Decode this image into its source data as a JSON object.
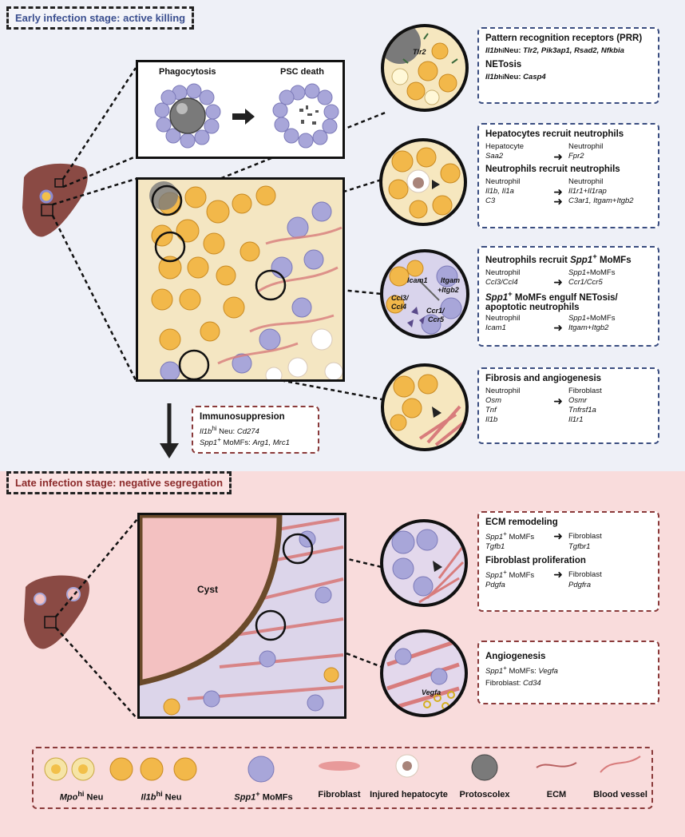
{
  "early": {
    "title": "Early infection stage: active killing",
    "phagocytosis": "Phagocytosis",
    "psc_death": "PSC death",
    "tlr2": "Tlr2",
    "box1": {
      "h1": "Pattern recognition receptors (PRR)",
      "l1a": "Il1b",
      "l1sup": "hi",
      "l1b": " Neu: ",
      "l1c": "Tlr2, Pik3ap1, Rsad2, Nfkbia",
      "h2": "NETosis",
      "l2a": "Il1b",
      "l2sup": "hi",
      "l2b": " Neu: ",
      "l2c": "Casp4"
    },
    "box2": {
      "h1": "Hepatocytes recruit neutrophils",
      "r1l": "Hepatocyte",
      "r1r": "Neutrophil",
      "r2l": "Saa2",
      "r2r": "Fpr2",
      "h2": "Neutrophils recruit neutrophils",
      "r3l": "Neutrophil",
      "r3r": "Neutrophil",
      "r4l": "Il1b, Il1a",
      "r4r": "Il1r1+Il1rap",
      "r5l": "C3",
      "r5r": "C3ar1, Itgam+Itgb2"
    },
    "box3": {
      "h1a": "Neutrophils recruit ",
      "h1b": "Spp1",
      "h1sup": "+",
      "h1c": " MoMFs",
      "r1l": "Neutrophil",
      "r1ra": "Spp1",
      "r1rsup": "+",
      "r1rb": " MoMFs",
      "r2l": "Ccl3/Ccl4",
      "r2r": "Ccr1/Ccr5",
      "h2a": "Spp1",
      "h2sup": "+",
      "h2b": " MoMFs engulf NETosis/",
      "h2c": "apoptotic neutrophils",
      "r3l": "Neutrophil",
      "r3ra": "Spp1",
      "r3rsup": "+",
      "r3rb": " MoMFs",
      "r4l": "Icam1",
      "r4r": "Itgam+Itgb2"
    },
    "zoom3": {
      "icam": "Icam1",
      "itgam": "Itgam",
      "itgb": "+Itgb2",
      "ccl": "Ccl3/",
      "ccl2": "Ccl4",
      "ccr": "Ccr1/",
      "ccr2": "Ccr5"
    },
    "box4": {
      "h1": "Fibrosis and angiogenesis",
      "r1l": "Neutrophil",
      "r1r": "Fibroblast",
      "r2l": "Osm",
      "r2r": "Osmr",
      "r3l": "Tnf",
      "r3r": "Tnfrsf1a",
      "r4l": "Il1b",
      "r4r": "Il1r1"
    },
    "immuno": {
      "h": "Immunosuppresion",
      "l1a": "Il1b",
      "l1sup": "hi",
      "l1b": " Neu: ",
      "l1c": "Cd274",
      "l2a": "Spp1",
      "l2sup": "+",
      "l2b": " MoMFs: ",
      "l2c": "Arg1, Mrc1"
    }
  },
  "late": {
    "title": "Late infection stage: negative segregation",
    "cyst": "Cyst",
    "vegfa_label": "Vegfa",
    "box5": {
      "h1": "ECM remodeling",
      "r1la": "Spp1",
      "r1lsup": "+",
      "r1lb": " MoMFs",
      "r1r": "Fibroblast",
      "r2l": "Tgfb1",
      "r2r": "Tgfbr1",
      "h2": "Fibroblast proliferation",
      "r3la": "Spp1",
      "r3lsup": "+",
      "r3lb": " MoMFs",
      "r3r": "Fibroblast",
      "r4l": "Pdgfa",
      "r4r": "Pdgfra"
    },
    "box6": {
      "h1": "Angiogenesis",
      "l1a": "Spp1",
      "l1sup": "+",
      "l1b": " MoMFs: ",
      "l1c": "Vegfa",
      "l2a": "Fibroblast: ",
      "l2c": "Cd34"
    }
  },
  "legend": {
    "mpo_a": "Mpo",
    "mpo_sup": "hi",
    "mpo_b": " Neu",
    "il1b_a": "Il1b",
    "il1b_sup": "hi",
    "il1b_b": " Neu",
    "spp_a": "Spp1",
    "spp_sup": "+",
    "spp_b": " MoMFs",
    "fibroblast": "Fibroblast",
    "injured": "Injured hepatocyte",
    "protoscolex": "Protoscolex",
    "ecm": "ECM",
    "vessel": "Blood vessel"
  },
  "colors": {
    "neutrophil": "#f2b84a",
    "mpo": "#f6e4a6",
    "momf": "#a8a6d9",
    "fibroblast": "#e89a9a",
    "liver": "#8a4a44",
    "cyst": "#f3c1c1",
    "cyst_wall": "#6a4a2a"
  }
}
